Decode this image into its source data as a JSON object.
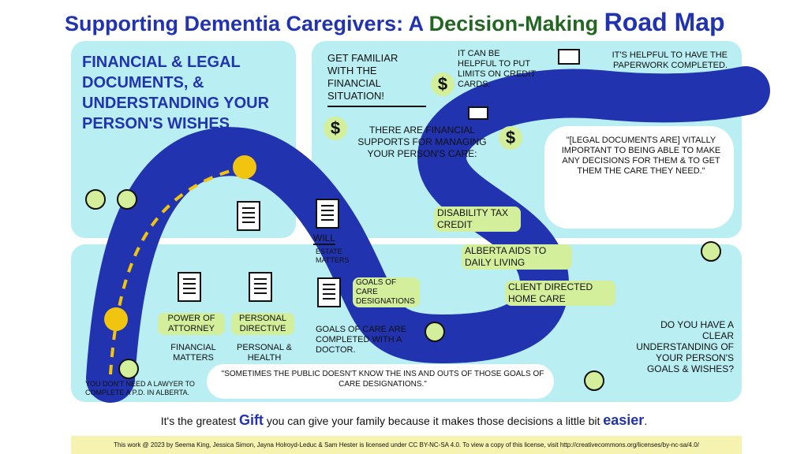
{
  "title": {
    "part1": "Supporting Dementia Caregivers: A",
    "part2": "Decision-Making",
    "part3": "Road Map"
  },
  "left_panel": {
    "heading": "Financial & Legal Documents, & Understanding Your Person's Wishes"
  },
  "financial": {
    "heading": "Get familiar with the financial situation!",
    "credit_cards": "It can be helpful to put limits on credit cards.",
    "paperwork": "It's helpful to have the paperwork completed.",
    "supports": "There are financial supports for managing your person's care:",
    "programs": [
      "Disability Tax Credit",
      "Alberta Aids to Daily Living",
      "Client Directed Home Care"
    ],
    "dollar_symbol": "$"
  },
  "quote_legal": "\"[Legal documents are] vitally important to being able to make any decisions for them & to get them the care they need.\"",
  "documents": [
    {
      "title": "Will",
      "desc": "Estate matters"
    },
    {
      "title": "Power of Attorney",
      "desc": "Financial matters"
    },
    {
      "title": "Personal Directive",
      "desc": "Personal & health matters"
    },
    {
      "title": "Goals of Care Designations",
      "desc": "Goals of care are completed with a doctor."
    }
  ],
  "lawyer_note": "You don't need a lawyer to complete a P.D. in Alberta.",
  "quote_public": "\"Sometimes the public doesn't know the ins and outs of those goals of care designations.\"",
  "question": "Do you have a clear understanding of your person's goals & wishes?",
  "tagline": {
    "pre": "It's the greatest",
    "gift": "Gift",
    "mid": "you can give your family because it makes those decisions a little bit",
    "easier": "easier",
    "end": "."
  },
  "footer": "This work @ 2023 by Seema King, Jessica Simon, Jayna Holroyd-Leduc & Sam Hester is licensed under CC BY-NC-SA 4.0. To view a copy of this license, visit http://creativecommons.org/licenses/by-nc-sa/4.0/",
  "colors": {
    "road": "#2233b0",
    "panel": "#b9eef3",
    "highlight": "#d3ef9c",
    "centerline": "#f1c40f"
  }
}
